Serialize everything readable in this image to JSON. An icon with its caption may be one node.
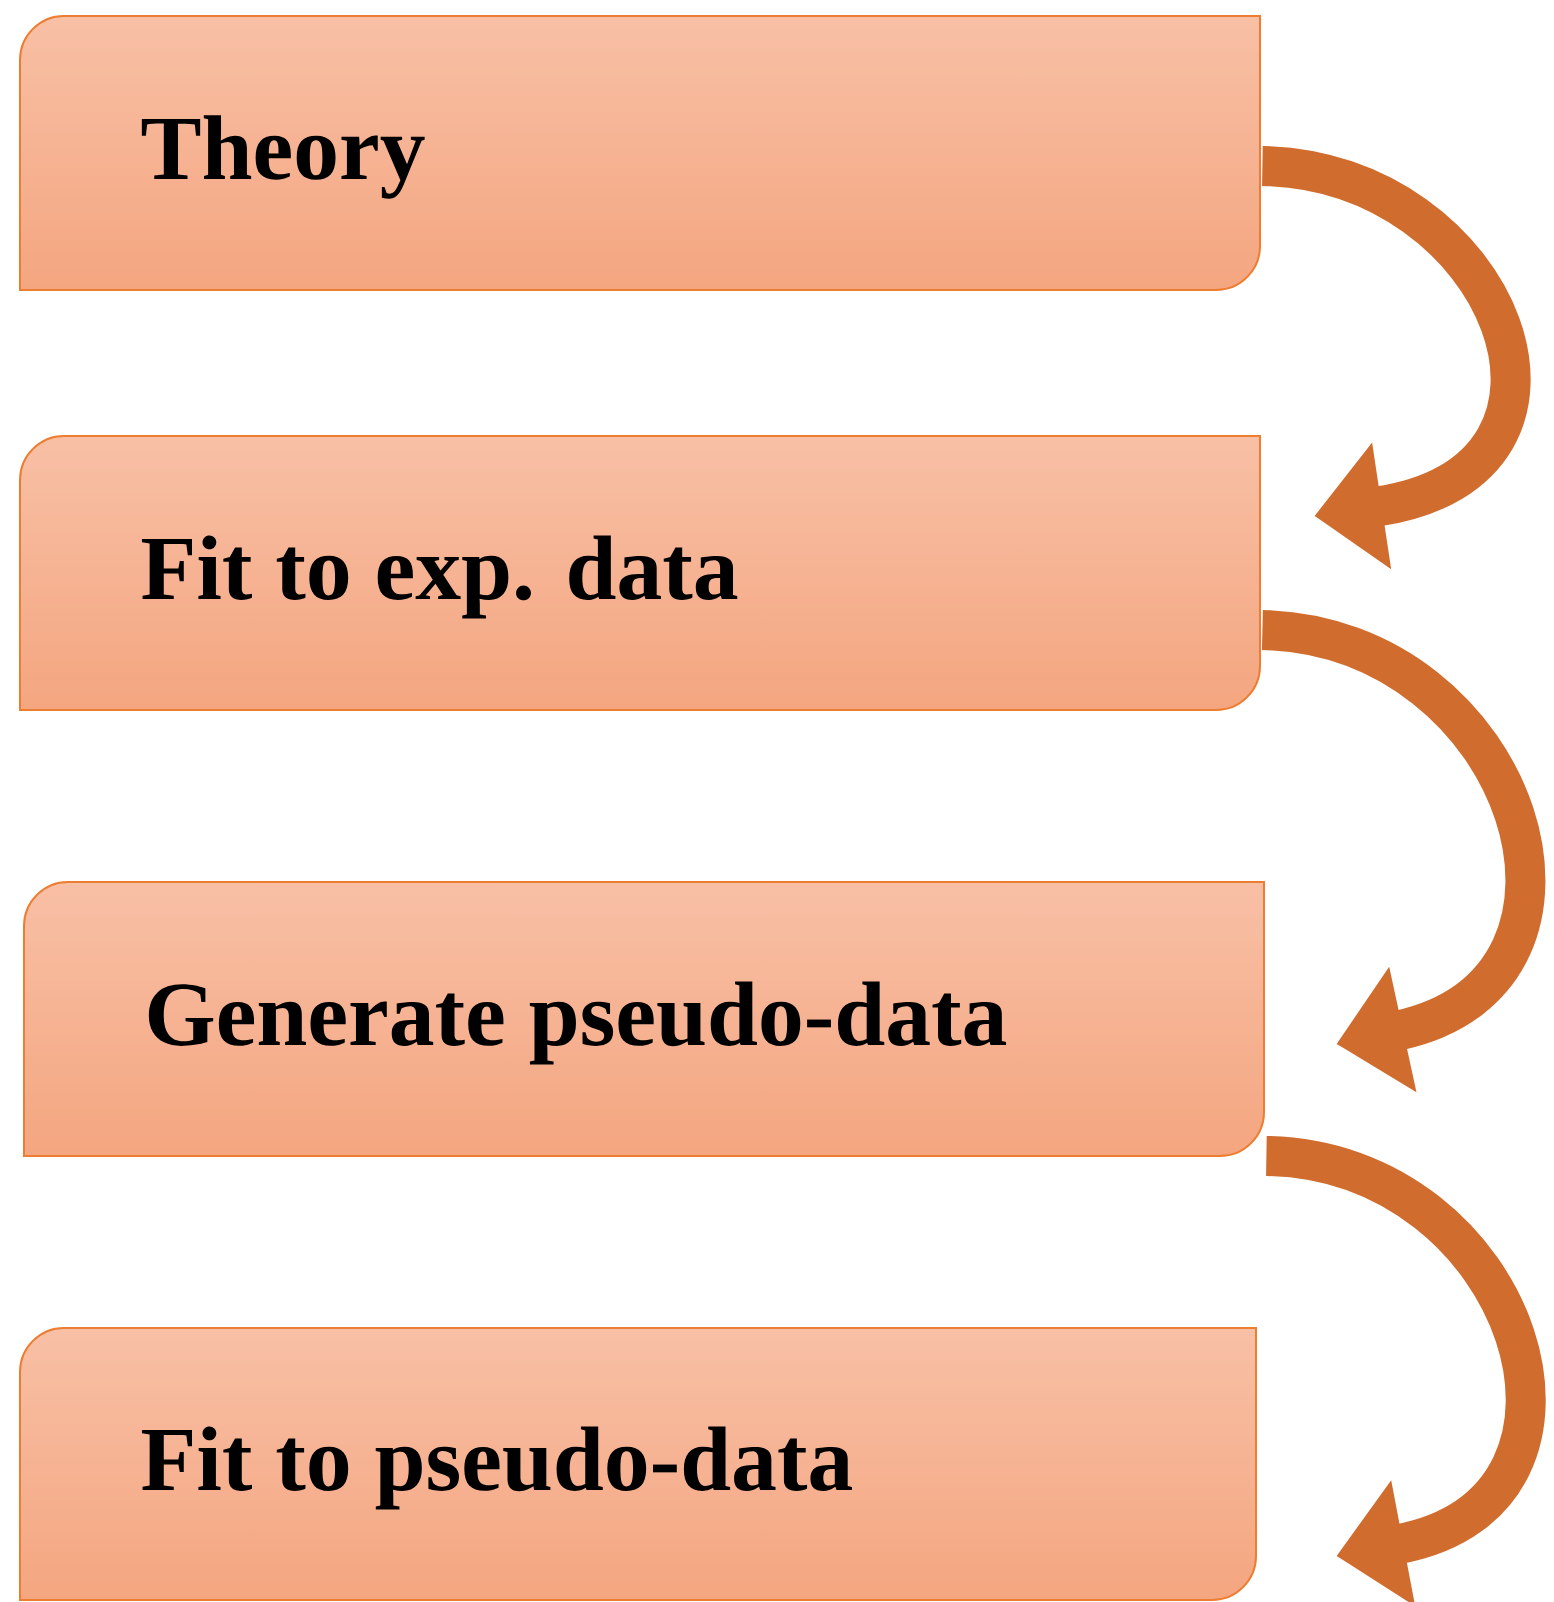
{
  "diagram": {
    "nodes": [
      {
        "text": [
          "Theory"
        ]
      },
      {
        "text": [
          "Fit to exp. data"
        ]
      },
      {
        "text": [
          "Generate pseudo-data"
        ]
      },
      {
        "text": [
          "Fit to pseudo-data"
        ]
      }
    ],
    "edges": [
      {
        "from": 0,
        "to": 1,
        "arrow": "to"
      },
      {
        "from": 1,
        "to": 2,
        "arrow": "to"
      },
      {
        "from": 2,
        "to": 3,
        "arrow": "to"
      }
    ]
  }
}
